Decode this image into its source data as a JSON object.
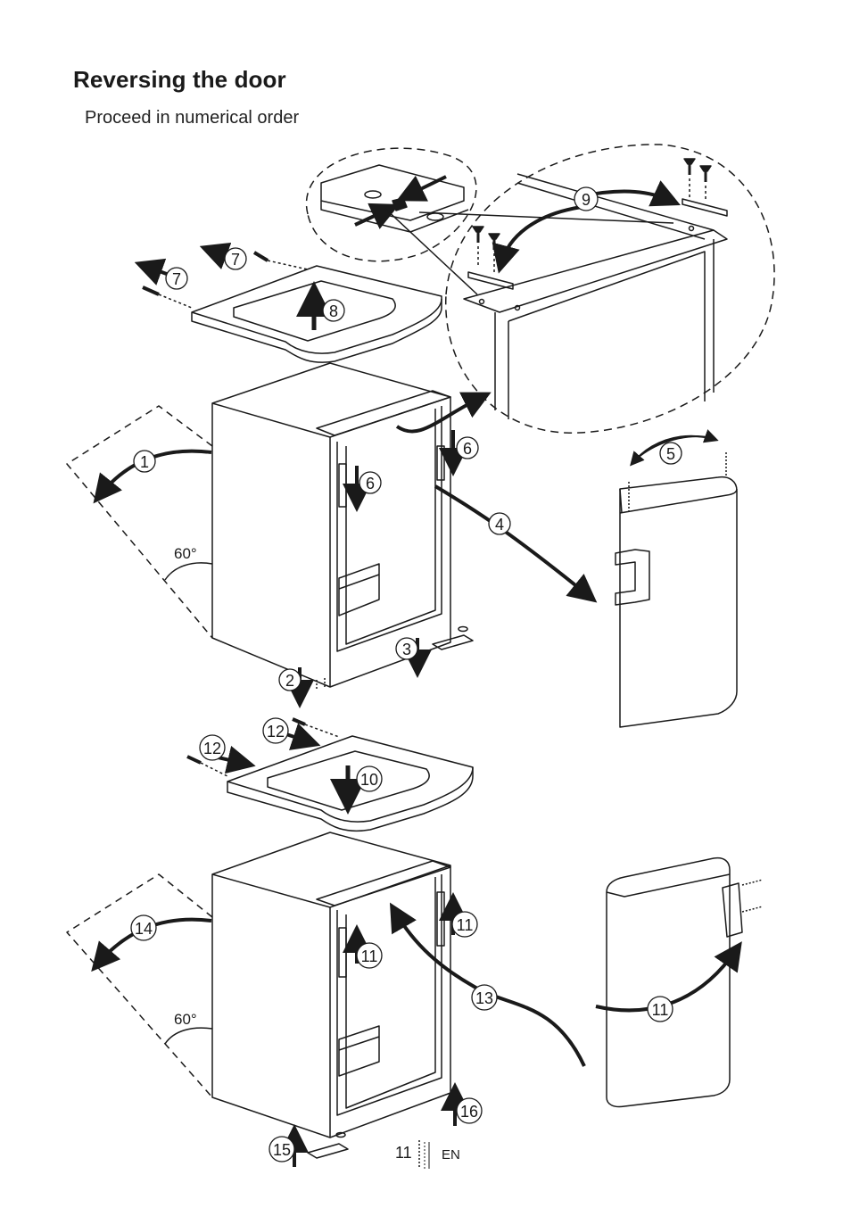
{
  "header": {
    "title": "Reversing the door",
    "subtitle": "Proceed in numerical order"
  },
  "steps": {
    "s1": "1",
    "s2": "2",
    "s3": "3",
    "s4": "4",
    "s5": "5",
    "s6a": "6",
    "s6b": "6",
    "s7": "7",
    "s8": "8",
    "s9": "9",
    "s10": "10",
    "s11a": "11",
    "s11b": "11",
    "s11c": "11",
    "s12a": "12",
    "s12b": "12",
    "s13": "13",
    "s14": "14",
    "s15": "15",
    "s16": "16"
  },
  "angles": {
    "top": "60°",
    "bottom": "60°"
  },
  "footer": {
    "page": "11",
    "lang": "EN"
  }
}
